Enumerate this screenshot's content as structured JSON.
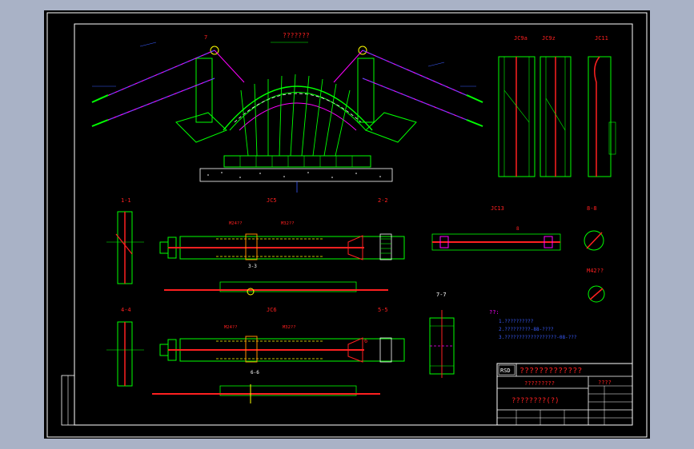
{
  "drawing": {
    "main_title": "???????",
    "labels": {
      "section_1_1": "1-1",
      "section_2_2": "2-2",
      "section_3_3": "3-3",
      "section_4_4": "4-4",
      "section_5_5": "5-5",
      "section_6_6": "6-6",
      "section_7_7": "7-7",
      "section_8_8": "8-8",
      "jc5": "JC5",
      "jc6": "JC6",
      "jc13": "JC13",
      "jc9a": "JC9a",
      "jc9b": "JC9z",
      "jc11": "JC11",
      "m42": "M42??",
      "m24a": "M24??",
      "m24b": "M24??",
      "m32a": "M32??",
      "m32b": "M32??",
      "marker_7": "7",
      "marker_6": "6",
      "marker_8": "8"
    },
    "notes": {
      "header": "??:",
      "line1": "1.??????????",
      "line2": "2.?????????-88-????",
      "line3": "3.??????????????????-08-???"
    }
  },
  "title_block": {
    "logo_text": "RSD",
    "company": "?????????????",
    "project_label": "?????????",
    "drawing_name": "????????(?)",
    "stage_label": "????"
  },
  "colors": {
    "frame": "#ffffff",
    "green": "#00ff00",
    "red": "#ff2020",
    "magenta": "#ff00ff",
    "blue": "#3a5cff",
    "yellow": "#ffff00",
    "cyan": "#00ffff",
    "orange": "#ff8a00"
  }
}
